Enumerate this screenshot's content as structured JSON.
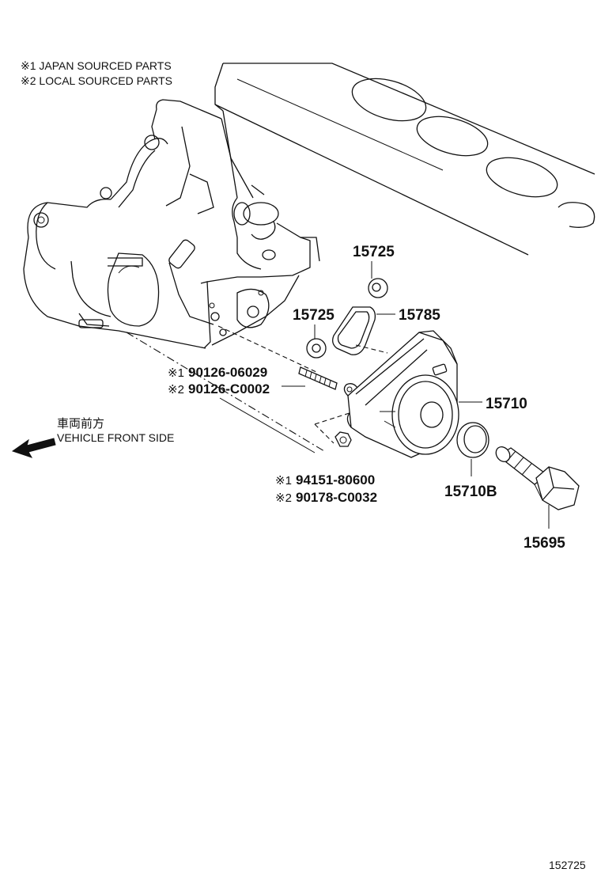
{
  "notes": {
    "japan": "※1 JAPAN SOURCED PARTS",
    "local": "※2 LOCAL SOURCED PARTS"
  },
  "direction": {
    "japanese": "車両前方",
    "english": "VEHICLE FRONT SIDE",
    "icon": "left-arrow-icon"
  },
  "callouts": {
    "seal_upper": "15725",
    "seal_lower": "15725",
    "gasket": "15785",
    "cooler": "15710",
    "cooler_o_ring": "15710B",
    "union_bolt": "15695"
  },
  "stud_bolt": {
    "mark1": "※1",
    "part1": "90126-06029",
    "mark2": "※2",
    "part2": "90126-C0002"
  },
  "nut": {
    "mark1": "※1",
    "part1": "94151-80600",
    "mark2": "※2",
    "part2": "90178-C0032"
  },
  "figure_number": "152725",
  "colors": {
    "line": "#111111",
    "background": "#ffffff"
  }
}
